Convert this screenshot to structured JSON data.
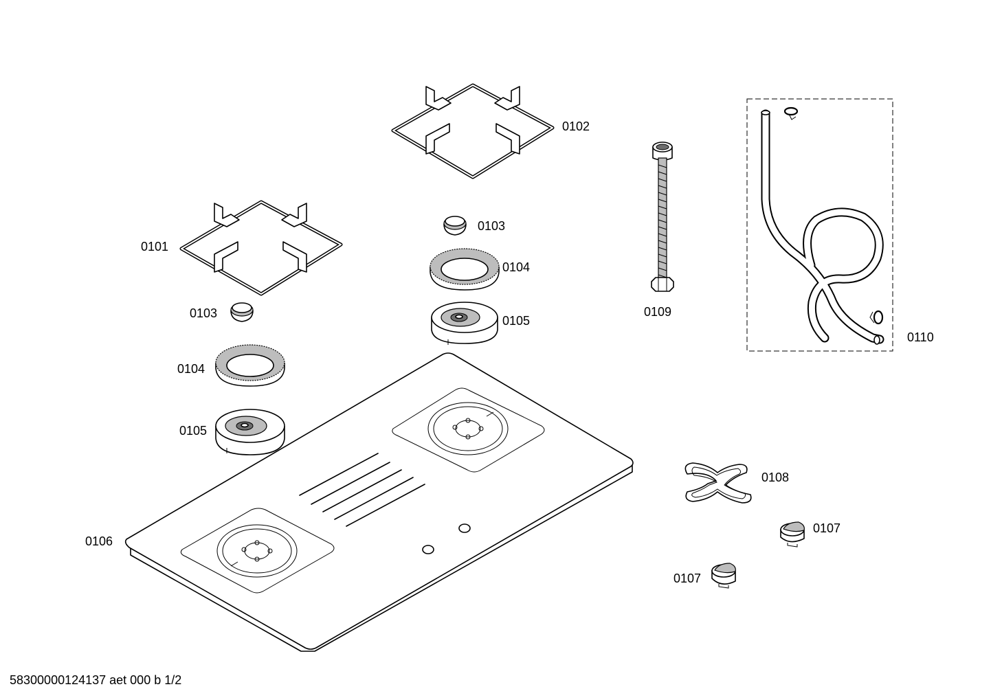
{
  "labels": {
    "grate_left": "0101",
    "grate_right": "0102",
    "cap_left": "0103",
    "cap_right": "0103",
    "ring_left": "0104",
    "ring_right": "0104",
    "burner_left": "0105",
    "burner_right": "0105",
    "hob_top": "0106",
    "knob_upper": "0107",
    "knob_lower": "0107",
    "gasket": "0108",
    "connector": "0109",
    "hose_kit": "0110"
  },
  "footer": "58300000124137 aet 000 b 1/2"
}
